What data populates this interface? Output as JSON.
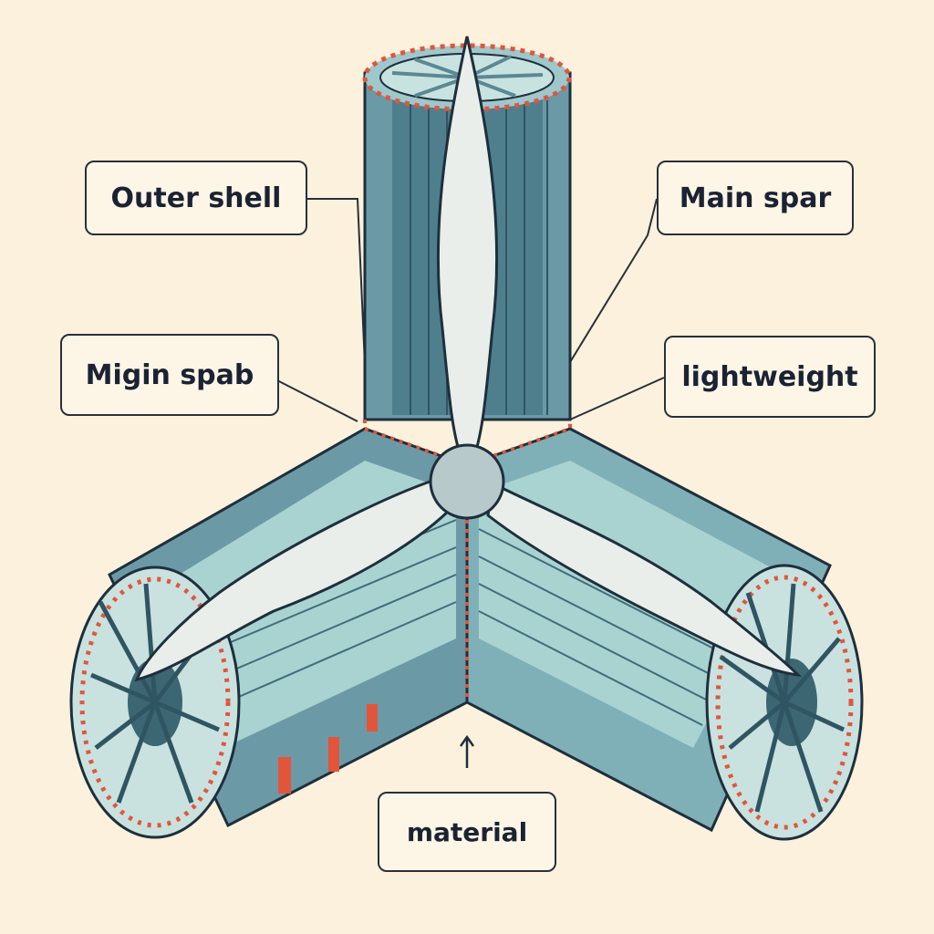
{
  "labels": {
    "outer_shell": "Outer shell",
    "main_spar": "Main spar",
    "migin_spab": "Migin spab",
    "lightweight": "lightweight",
    "material": "material"
  },
  "icons": [
    "up-arrow-icon"
  ],
  "colors": {
    "background": "#fbf1dc",
    "shell_blue": "#6b9aa6",
    "shell_light": "#a9d3d1",
    "blade_white": "#e9eeea",
    "outline": "#1e2f3c",
    "accent_orange": "#e2553a"
  }
}
